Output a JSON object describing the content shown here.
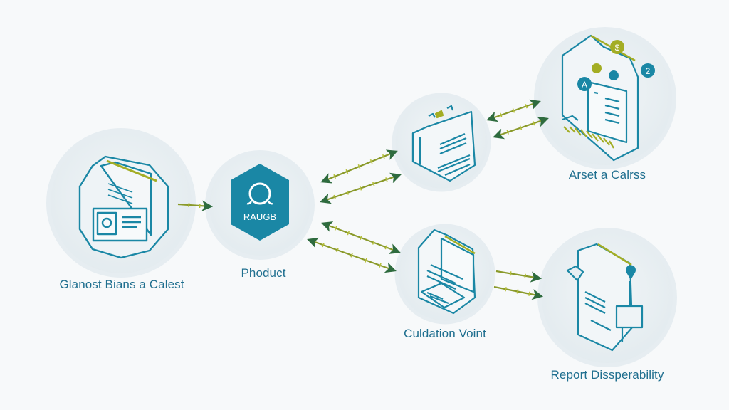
{
  "colors": {
    "background": "#f7f9fa",
    "circle_fill": "#eaf0f3",
    "circle_ring": "#dde6eb",
    "teal": "#1a87a5",
    "teal_dark": "#1f6f8f",
    "lime": "#a3ad24",
    "arrow_shaft": "#8a9a2a",
    "arrow_head": "#2e6b3e",
    "label": "#1f6f8f"
  },
  "nodes": [
    {
      "id": "source",
      "label": "Glanost Bians a Calest",
      "icon": "documents-hexagon-icon"
    },
    {
      "id": "product",
      "label": "Phoduct",
      "icon": "hexagon-badge-icon",
      "badge_text": "RAUGB"
    },
    {
      "id": "top-middle",
      "label": "",
      "icon": "isometric-document-box-icon"
    },
    {
      "id": "asset",
      "label": "Arset a Calrss",
      "icon": "document-with-coins-icon",
      "badges": [
        "$",
        "2",
        "A"
      ]
    },
    {
      "id": "calculation",
      "label": "Culdation Voint",
      "icon": "open-book-document-icon"
    },
    {
      "id": "report",
      "label": "Report Dissperability",
      "icon": "report-printer-icon"
    }
  ],
  "edges": [
    {
      "from": "source",
      "to": "product",
      "direction": "forward"
    },
    {
      "from": "product",
      "to": "top-middle",
      "direction": "bidirectional"
    },
    {
      "from": "product",
      "to": "top-middle",
      "direction": "bidirectional"
    },
    {
      "from": "product",
      "to": "calculation",
      "direction": "bidirectional"
    },
    {
      "from": "product",
      "to": "calculation",
      "direction": "bidirectional"
    },
    {
      "from": "top-middle",
      "to": "asset",
      "direction": "bidirectional"
    },
    {
      "from": "top-middle",
      "to": "asset",
      "direction": "bidirectional"
    },
    {
      "from": "calculation",
      "to": "report",
      "direction": "forward"
    },
    {
      "from": "calculation",
      "to": "report",
      "direction": "forward"
    }
  ]
}
